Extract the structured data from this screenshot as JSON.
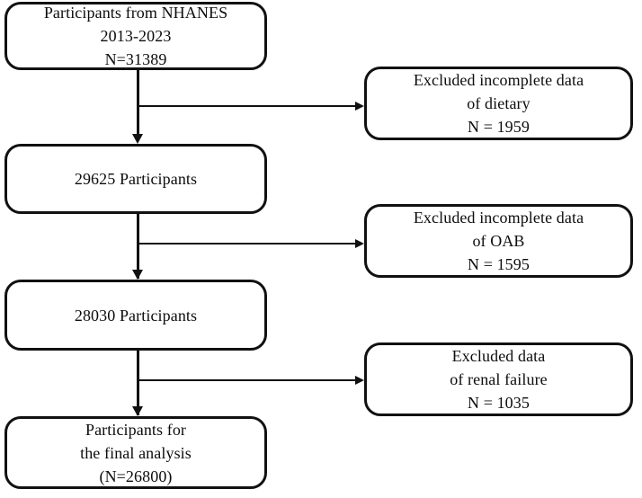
{
  "diagram": {
    "title": "NHANES participant selection flow diagram",
    "type": "flowchart",
    "background_color": "#ffffff",
    "line_color": "#111111",
    "text_color": "#0d0d0d"
  },
  "main_flow": [
    {
      "id": "source-population",
      "text": "Participants from NHANES\n2013-2023\nN=31389"
    },
    {
      "id": "after-dietary-exclusion",
      "text": "29625 Participants"
    },
    {
      "id": "after-oab-exclusion",
      "text": "28030 Participants"
    },
    {
      "id": "final-analysis",
      "text": "Participants for\nthe final analysis\n(N=26800)"
    }
  ],
  "exclusions": [
    {
      "id": "excluded-dietary",
      "text": "Excluded incomplete data\nof dietary\nN = 1959"
    },
    {
      "id": "excluded-oab",
      "text": "Excluded incomplete data\nof OAB\nN = 1595"
    },
    {
      "id": "excluded-renal-failure",
      "text": "Excluded data\nof renal failure\nN = 1035"
    }
  ]
}
